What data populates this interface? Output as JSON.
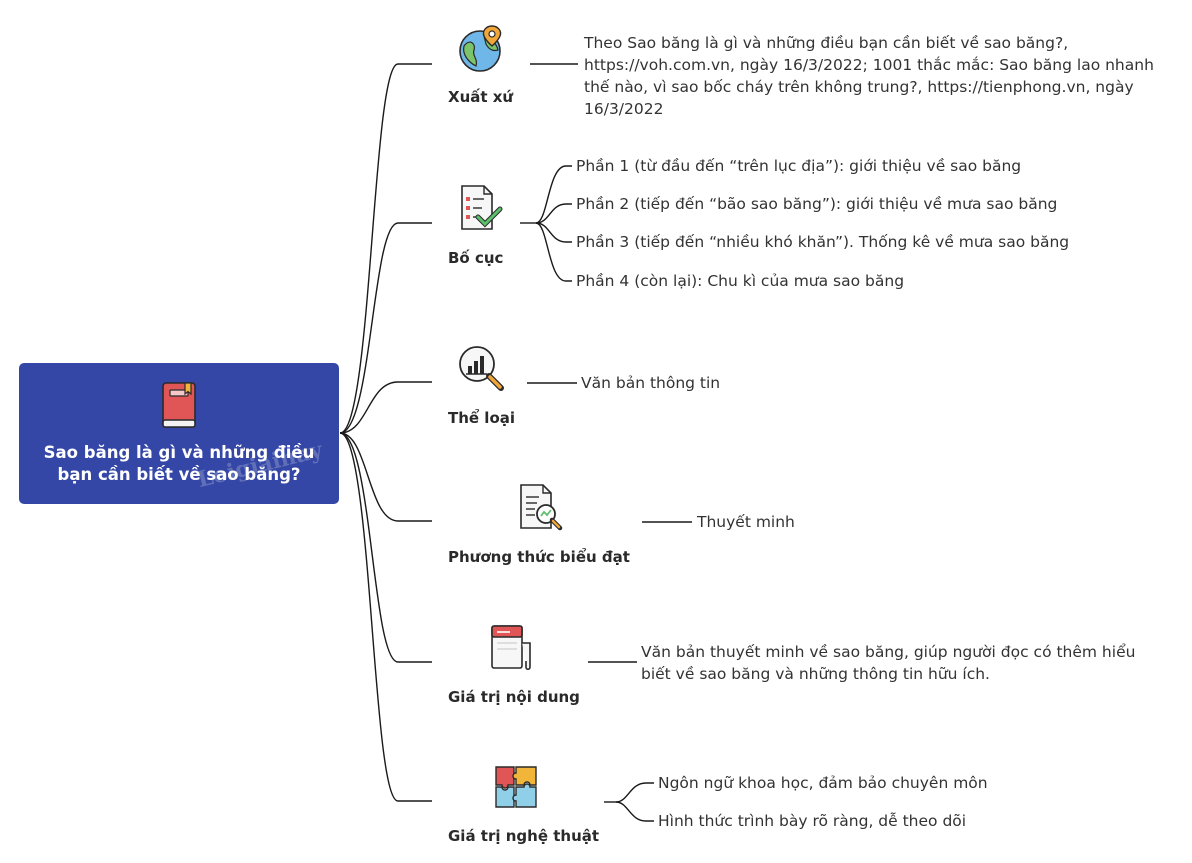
{
  "root": {
    "title": "Sao băng là gì và những điều bạn cần biết về sao băng?",
    "icon": "book-icon",
    "watermark": "Loigiaihay"
  },
  "colors": {
    "root_background": "#3547a6",
    "connector": "#1a1a1a",
    "text": "#333333"
  },
  "branches": [
    {
      "label": "Xuất xứ",
      "icon": "globe-pin-icon",
      "leaves": [
        "Theo Sao băng là gì và những điều bạn cần biết về sao băng?, https://voh.com.vn, ngày 16/3/2022; 1001 thắc mắc: Sao băng lao nhanh thế nào, vì sao bốc cháy trên không trung?, https://tienphong.vn, ngày 16/3/2022"
      ]
    },
    {
      "label": "Bố cục",
      "icon": "checklist-icon",
      "leaves": [
        "Phần 1 (từ đầu đến “trên lục địa”): giới thiệu về sao băng",
        "Phần 2 (tiếp đến “bão sao băng”): giới thiệu về mưa sao băng",
        "Phần 3 (tiếp đến “nhiều khó khăn”). Thống kê về mưa sao băng",
        "Phần 4 (còn lại): Chu kì của mưa sao băng"
      ]
    },
    {
      "label": "Thể loại",
      "icon": "chart-magnifier-icon",
      "leaves": [
        "Văn bản thông tin"
      ]
    },
    {
      "label": "Phương thức biểu đạt",
      "icon": "document-analysis-icon",
      "leaves": [
        "Thuyết minh"
      ]
    },
    {
      "label": "Giá trị nội dung",
      "icon": "notebook-icon",
      "leaves": [
        "Văn bản thuyết minh về sao băng, giúp người đọc có thêm hiểu biết về sao băng và những thông tin hữu ích."
      ]
    },
    {
      "label": "Giá trị nghệ thuật",
      "icon": "puzzle-icon",
      "leaves": [
        "Ngôn ngữ khoa học, đảm bảo chuyên môn",
        "Hình thức trình bày rõ ràng, dễ theo dõi"
      ]
    }
  ]
}
